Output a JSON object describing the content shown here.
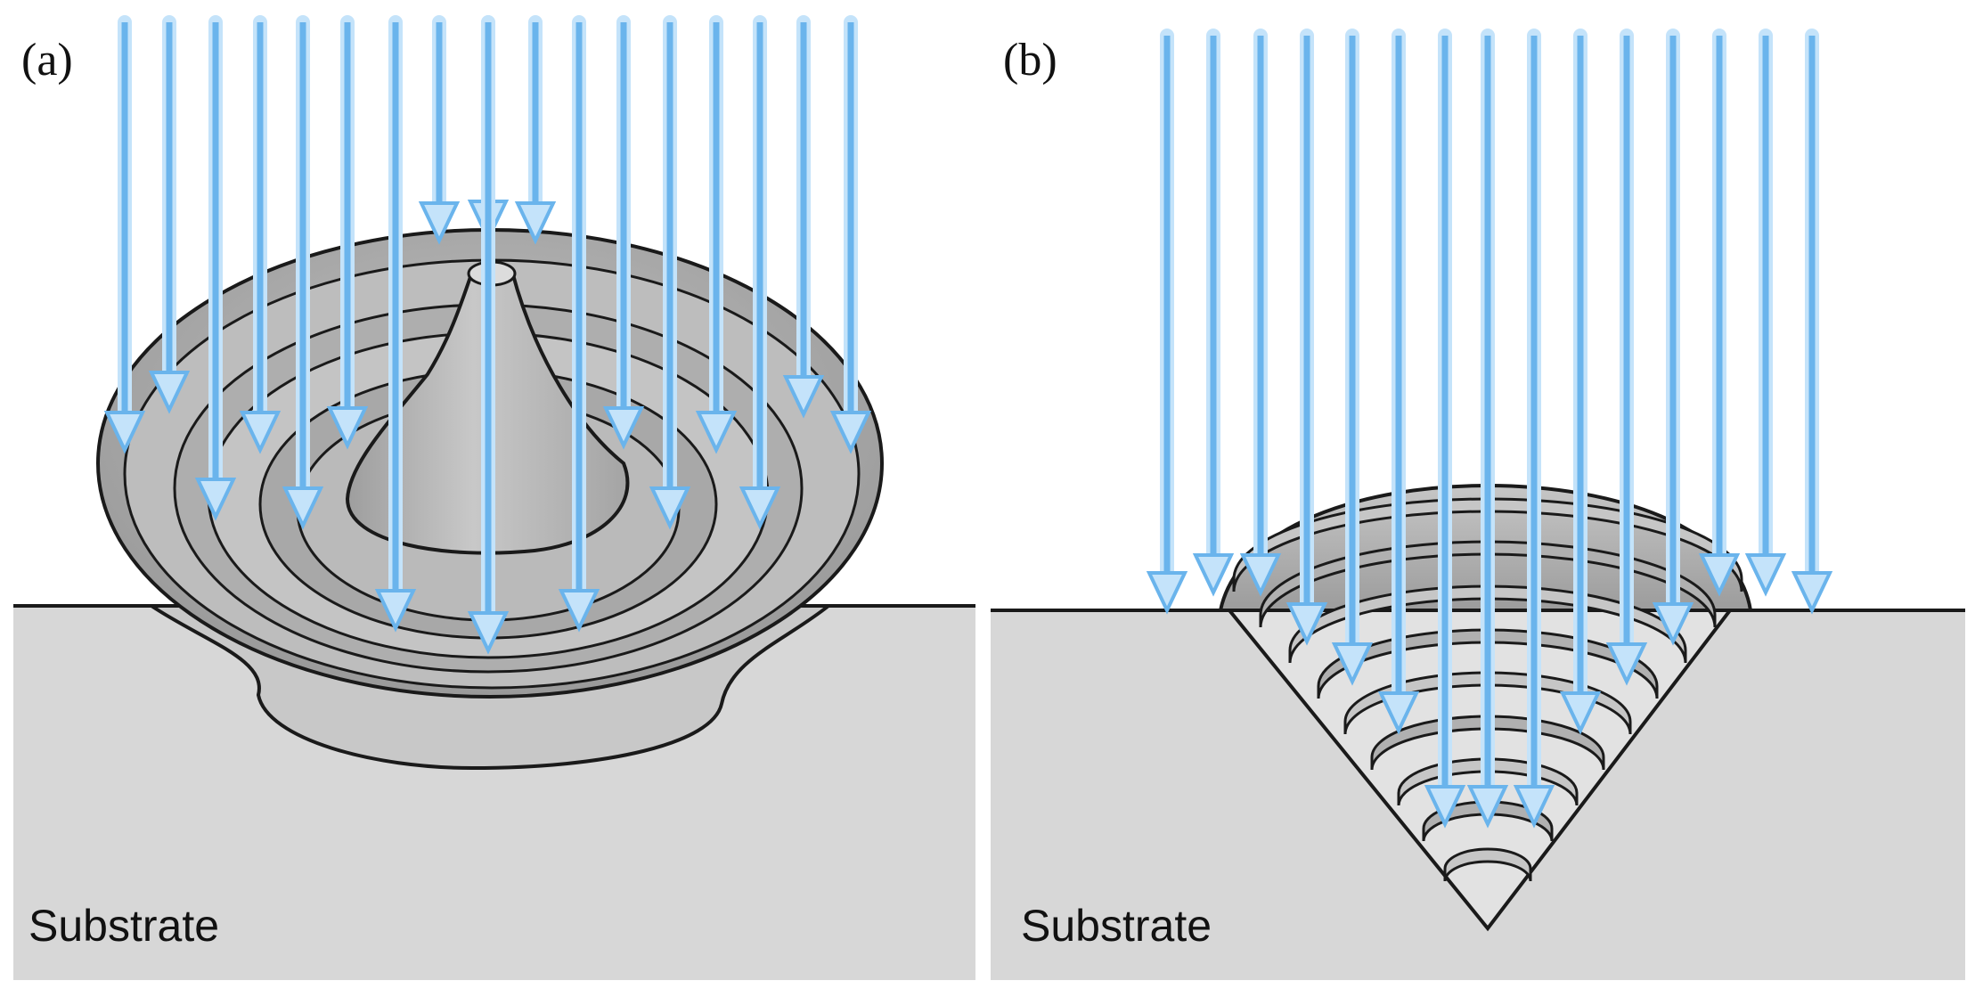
{
  "panels": [
    {
      "label": "(a)",
      "substrate": "Substrate"
    },
    {
      "label": "(b)",
      "substrate": "Substrate"
    }
  ],
  "colors": {
    "background": "#ffffff",
    "substrate": "#d7d7d7",
    "feature_fill": "#b4b4b4",
    "feature_dark": "#8c8c8c",
    "outline": "#1a1a1a",
    "beam": "#6ab4ec",
    "beam_glow": "#c4e3fa"
  },
  "icons": [
    "ion-beam-arrow-icon"
  ]
}
